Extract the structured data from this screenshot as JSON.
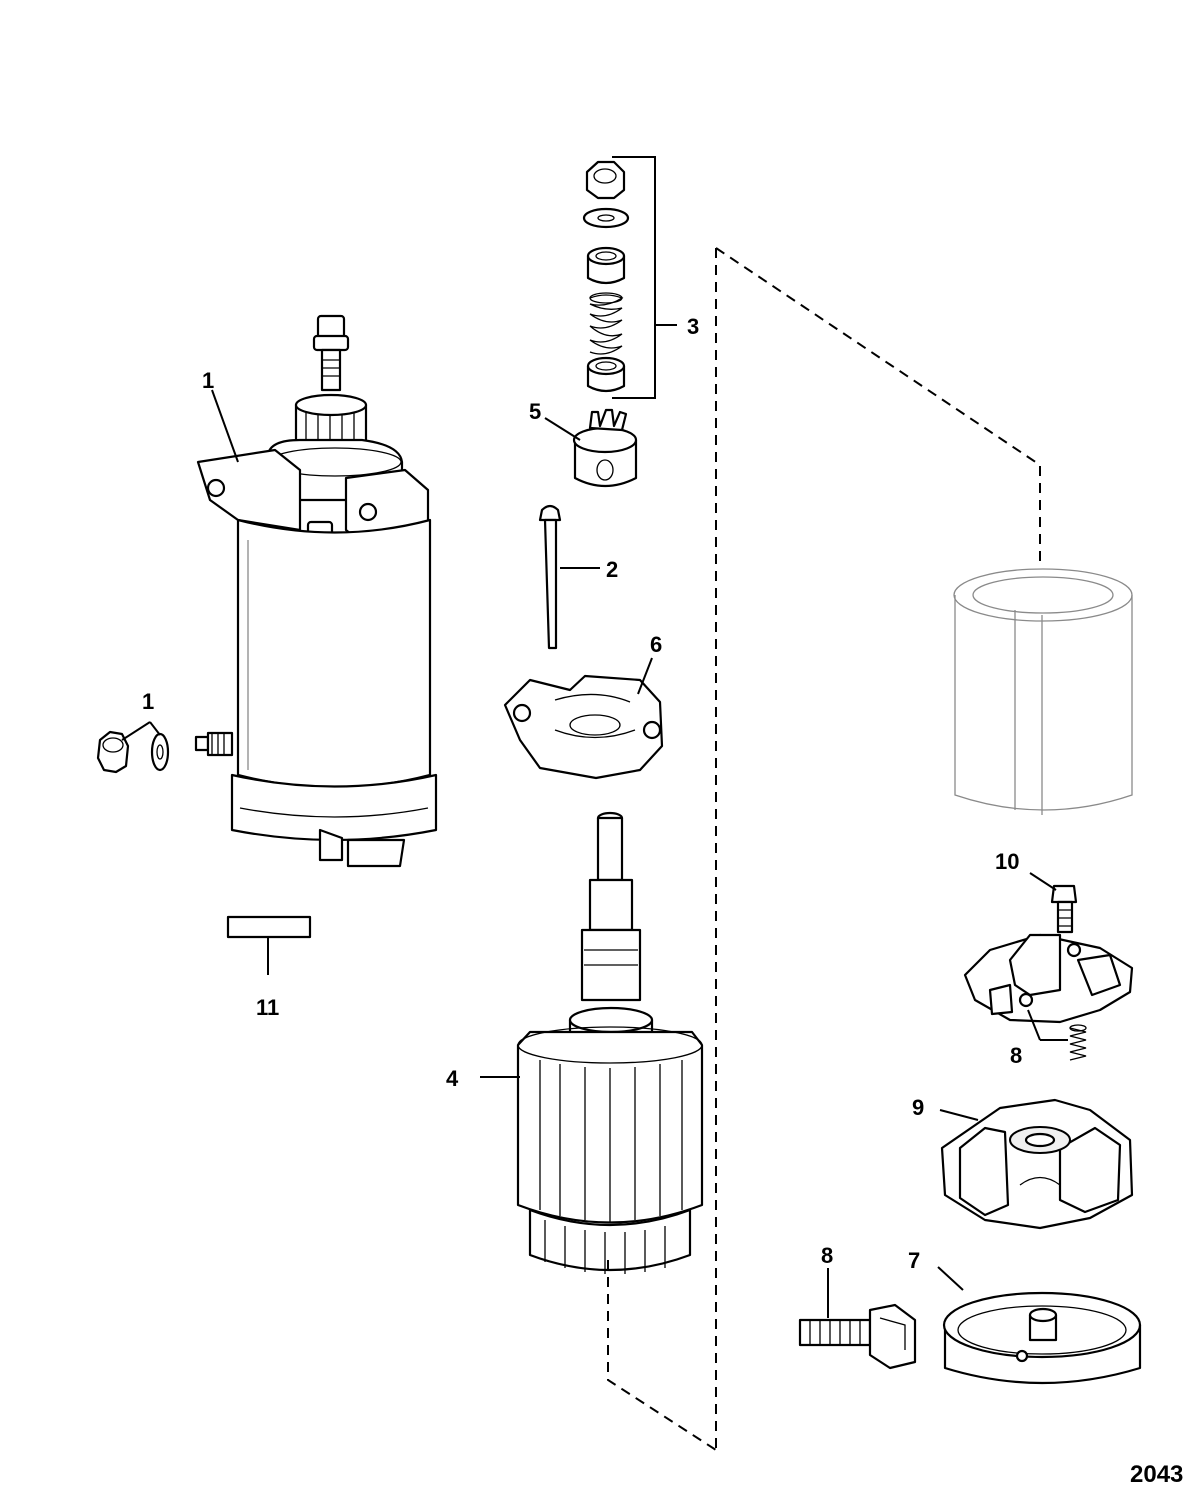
{
  "callouts": {
    "c1_main": "1",
    "c1_nut": "1",
    "c2": "2",
    "c3": "3",
    "c4": "4",
    "c5": "5",
    "c6": "6",
    "c7": "7",
    "c8_spring": "8",
    "c8_bolt": "8",
    "c9": "9",
    "c10": "10",
    "c11": "11"
  },
  "figure_id": "2043"
}
